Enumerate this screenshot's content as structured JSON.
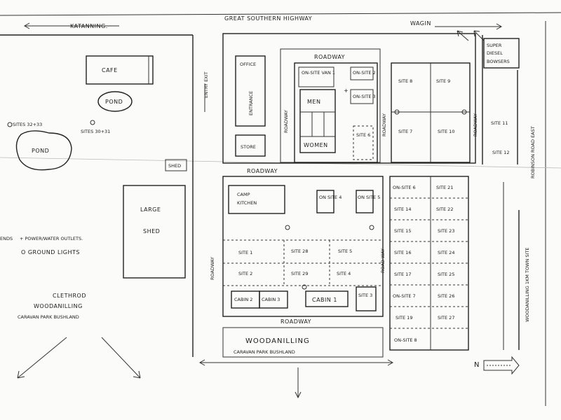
{
  "roads": {
    "top": "GREAT SOUTHERN HIGHWAY",
    "katanning": "KATANNING.",
    "wagin": "WAGIN",
    "roadway": "ROADWAY",
    "robinson": "ROBINSON ROAD EAST",
    "townsite": "WOODANILLING 1KM TOWN SITE",
    "entry_exit": "ENTRY EXIT",
    "roadway_vertical": "ROAD WAY"
  },
  "buildings": {
    "cafe": "CAFE",
    "pond1": "POND",
    "pond2": "POND",
    "sites_32_33": "SITES 32+33",
    "sites_30_31": "SITES 30+31",
    "shed": "SHED",
    "large": "LARGE",
    "shed_big": "SHED",
    "office": "OFFICE",
    "office_sub": "ENTRANCE",
    "store": "STORE",
    "men": "MEN",
    "women": "WOMEN",
    "van1": "ON-SITE VAN 1",
    "onsite2": "ON-SITE 2",
    "onsite3": "ON-SITE 3",
    "site6": "SITE 6",
    "super": "SUPER",
    "diesel": "DIESEL",
    "bowsers": "BOWSERS",
    "camp": "CAMP",
    "kitchen": "KITCHEN",
    "onsite4": "ON SITE 4",
    "onsite5": "ON SITE 5",
    "cabin1": "CABIN 1",
    "cabin2": "CABIN 2",
    "cabin3": "CABIN 3"
  },
  "sites": {
    "s8": "SITE 8",
    "s9": "SITE 9",
    "s7": "SITE 7",
    "s10": "SITE 10",
    "s11": "SITE 11",
    "s12": "SITE 12",
    "s1": "SITE 1",
    "s28": "SITE 28",
    "s5": "SITE 5",
    "s2": "SITE 2",
    "s29": "SITE 29",
    "s4": "SITE 4",
    "s3": "SITE 3",
    "on6": "ON-SITE 6",
    "s21": "SITE 21",
    "s14": "SITE 14",
    "s22": "SITE 22",
    "s15": "SITE 15",
    "s23": "SITE 23",
    "s16": "SITE 16",
    "s24": "SITE 24",
    "s17": "SITE 17",
    "s25": "SITE 25",
    "on7": "ON-SITE 7",
    "s26": "SITE 26",
    "s19": "SITE 19",
    "s27": "SITE 27",
    "on8": "ON-SITE 8"
  },
  "legend": {
    "power": "+ POWER/WATER OUTLETS.",
    "lights": "O GROUND LIGHTS",
    "legend_prefix": "ENDS"
  },
  "credit": {
    "name": "CLETHROD",
    "town": "WOODANILLING",
    "park": "CARAVAN PARK BUSHLAND"
  },
  "bottom": {
    "title": "WOODANILLING",
    "subtitle": "CARAVAN PARK BUSHLAND"
  },
  "north": "N"
}
